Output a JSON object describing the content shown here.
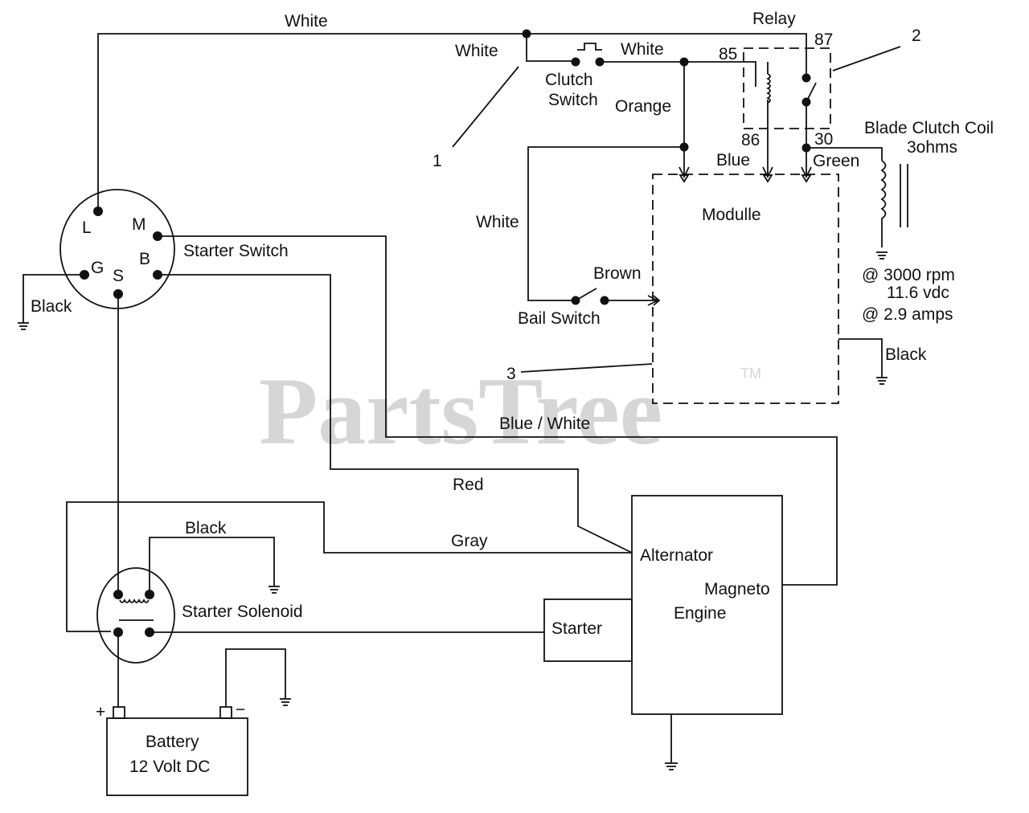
{
  "diagram": {
    "title": "Electrical Schematic",
    "watermark": {
      "text": "PartsTree",
      "trademark": "TM"
    },
    "components": {
      "starter_switch": {
        "label": "Starter Switch",
        "terminals": [
          "L",
          "M",
          "G",
          "S",
          "B"
        ]
      },
      "clutch_switch": {
        "label_line1": "Clutch",
        "label_line2": "Switch"
      },
      "relay": {
        "label": "Relay",
        "pins": [
          "85",
          "86",
          "87",
          "30"
        ]
      },
      "module": {
        "label": "Modulle"
      },
      "bail_switch": {
        "label": "Bail Switch"
      },
      "blade_clutch_coil": {
        "label": "Blade Clutch Coil",
        "resistance": "3ohms",
        "spec_line1": "@ 3000 rpm",
        "spec_line2": "11.6 vdc",
        "spec_line3": "@ 2.9 amps"
      },
      "starter_solenoid": {
        "label": "Starter Solenoid"
      },
      "battery": {
        "label_line1": "Battery",
        "label_line2": "12 Volt DC",
        "plus": "+",
        "minus": "−"
      },
      "engine": {
        "label": "Engine",
        "alternator": "Alternator",
        "magneto": "Magneto",
        "starter": "Starter"
      }
    },
    "wires": {
      "white_top": "White",
      "white_clutch_in": "White",
      "white_clutch_out": "White",
      "orange": "Orange",
      "white_bail": "White",
      "brown": "Brown",
      "blue": "Blue",
      "green": "Green",
      "black_ground_switch": "Black",
      "black_module": "Black",
      "blue_white": "Blue / White",
      "red": "Red",
      "gray": "Gray",
      "black_solenoid": "Black"
    },
    "callouts": [
      "1",
      "2",
      "3"
    ]
  }
}
